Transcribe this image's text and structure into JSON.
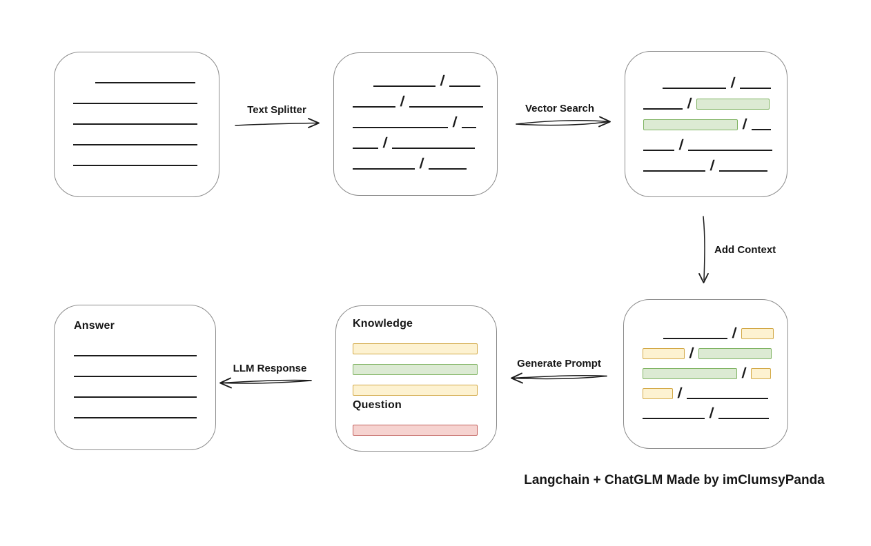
{
  "caption": "Langchain + ChatGLM Made by imClumsyPanda",
  "separator": "/",
  "colors": {
    "green_fill": "#dcead3",
    "green_stroke": "#7fb362",
    "yellow_fill": "#fdf2d1",
    "yellow_stroke": "#d2a845",
    "red_fill": "#f6d3d0",
    "red_stroke": "#c2605c",
    "box_stroke": "#8a8a8a",
    "line": "#1b1b1b"
  },
  "arrows": {
    "text_splitter": {
      "label": "Text Splitter",
      "direction": "right"
    },
    "vector_search": {
      "label": "Vector Search",
      "direction": "right"
    },
    "add_context": {
      "label": "Add Context",
      "direction": "down"
    },
    "generate_prompt": {
      "label": "Generate Prompt",
      "direction": "left"
    },
    "llm_response": {
      "label": "LLM Response",
      "direction": "left"
    }
  },
  "boxes": {
    "document": {
      "description": "source document with plain text lines",
      "rows": [
        [
          {
            "t": "gap",
            "w": 25
          },
          {
            "t": "line",
            "w": 145
          }
        ],
        [
          {
            "t": "line",
            "w": 180
          }
        ],
        [
          {
            "t": "line",
            "w": 180
          }
        ],
        [
          {
            "t": "line",
            "w": 180
          }
        ],
        [
          {
            "t": "line",
            "w": 180
          }
        ]
      ]
    },
    "chunks": {
      "description": "text split into chunks separated by slashes",
      "rows": [
        [
          {
            "t": "gap",
            "w": 23
          },
          {
            "t": "line",
            "w": 90
          },
          {
            "t": "slash"
          },
          {
            "t": "line",
            "w": 45
          }
        ],
        [
          {
            "t": "line",
            "w": 62
          },
          {
            "t": "slash"
          },
          {
            "t": "line",
            "w": 107
          }
        ],
        [
          {
            "t": "line",
            "w": 138
          },
          {
            "t": "slash"
          },
          {
            "t": "line",
            "w": 21
          }
        ],
        [
          {
            "t": "line",
            "w": 37
          },
          {
            "t": "slash"
          },
          {
            "t": "line",
            "w": 120
          }
        ],
        [
          {
            "t": "line",
            "w": 90
          },
          {
            "t": "slash"
          },
          {
            "t": "line",
            "w": 55
          }
        ]
      ]
    },
    "vector_matches": {
      "description": "chunks with vector-search matches highlighted green",
      "rows": [
        [
          {
            "t": "gap",
            "w": 21
          },
          {
            "t": "line",
            "w": 92
          },
          {
            "t": "slash"
          },
          {
            "t": "line",
            "w": 45
          }
        ],
        [
          {
            "t": "line",
            "w": 57
          },
          {
            "t": "slash"
          },
          {
            "t": "bar",
            "c": "green",
            "w": 104
          }
        ],
        [
          {
            "t": "bar",
            "c": "green",
            "w": 135
          },
          {
            "t": "slash"
          },
          {
            "t": "line",
            "w": 28
          }
        ],
        [
          {
            "t": "line",
            "w": 45
          },
          {
            "t": "slash"
          },
          {
            "t": "line",
            "w": 122
          }
        ],
        [
          {
            "t": "line",
            "w": 90
          },
          {
            "t": "slash"
          },
          {
            "t": "line",
            "w": 70
          }
        ]
      ]
    },
    "context_chunks": {
      "description": "matches plus added context highlighted yellow",
      "rows": [
        [
          {
            "t": "gap",
            "w": 23
          },
          {
            "t": "line",
            "w": 93
          },
          {
            "t": "slash"
          },
          {
            "t": "bar",
            "c": "yellow",
            "w": 45
          }
        ],
        [
          {
            "t": "bar",
            "c": "yellow",
            "w": 59
          },
          {
            "t": "slash"
          },
          {
            "t": "bar",
            "c": "green",
            "w": 104
          }
        ],
        [
          {
            "t": "bar",
            "c": "green",
            "w": 135
          },
          {
            "t": "slash"
          },
          {
            "t": "bar",
            "c": "yellow",
            "w": 27
          }
        ],
        [
          {
            "t": "bar",
            "c": "yellow",
            "w": 42
          },
          {
            "t": "slash"
          },
          {
            "t": "line",
            "w": 118
          }
        ],
        [
          {
            "t": "line",
            "w": 90
          },
          {
            "t": "slash"
          },
          {
            "t": "line",
            "w": 73
          }
        ]
      ]
    },
    "prompt": {
      "knowledge_label": "Knowledge",
      "question_label": "Question",
      "knowledge_rows": [
        [
          {
            "t": "bar",
            "c": "yellow",
            "w": 179
          }
        ],
        [
          {
            "t": "bar",
            "c": "green",
            "w": 179
          }
        ],
        [
          {
            "t": "bar",
            "c": "yellow",
            "w": 179
          }
        ]
      ],
      "question_rows": [
        [
          {
            "t": "bar",
            "c": "red",
            "w": 179
          }
        ]
      ]
    },
    "answer": {
      "label": "Answer",
      "rows": [
        [
          {
            "t": "line",
            "w": 178
          }
        ],
        [
          {
            "t": "line",
            "w": 178
          }
        ],
        [
          {
            "t": "line",
            "w": 178
          }
        ],
        [
          {
            "t": "line",
            "w": 178
          }
        ]
      ]
    }
  }
}
